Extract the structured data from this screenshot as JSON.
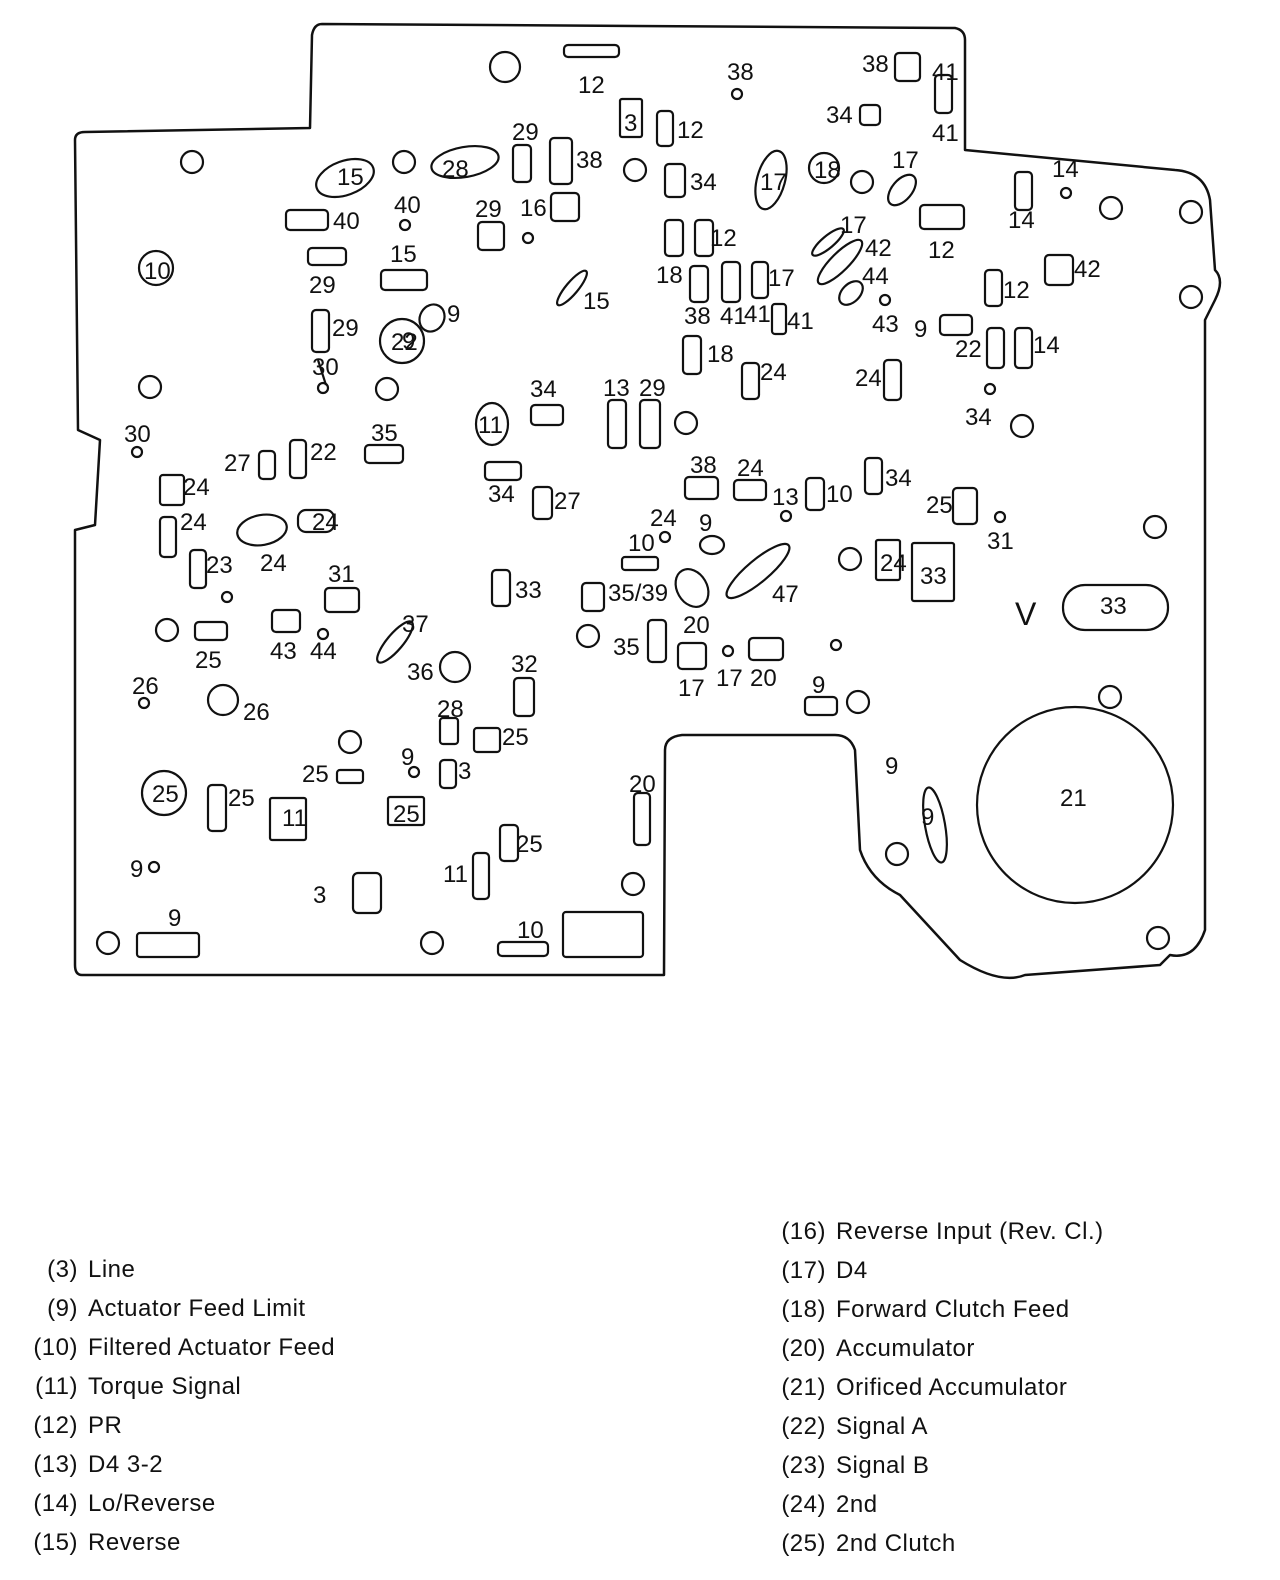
{
  "diagram": {
    "marker_v": "V",
    "labels": [
      "12",
      "38",
      "41",
      "38",
      "34",
      "41",
      "3",
      "12",
      "29",
      "38",
      "28",
      "15",
      "17",
      "18",
      "17",
      "14",
      "14",
      "34",
      "16",
      "29",
      "40",
      "40",
      "10",
      "12",
      "12",
      "42",
      "17",
      "42",
      "44",
      "43",
      "12",
      "29",
      "15",
      "15",
      "18",
      "41",
      "17",
      "38",
      "41",
      "41",
      "9",
      "22",
      "14",
      "29",
      "9",
      "9",
      "18",
      "24",
      "24",
      "22",
      "34",
      "34",
      "13",
      "29",
      "11",
      "30",
      "30",
      "27",
      "22",
      "35",
      "34",
      "27",
      "24",
      "38",
      "24",
      "13",
      "10",
      "34",
      "25",
      "24",
      "24",
      "24",
      "23",
      "24",
      "31",
      "9",
      "10",
      "24",
      "33",
      "31",
      "33",
      "35/39",
      "47",
      "33",
      "35",
      "20",
      "25",
      "43",
      "44",
      "37",
      "36",
      "32",
      "17",
      "17",
      "20",
      "9",
      "26",
      "26",
      "28",
      "25",
      "25",
      "25",
      "9",
      "3",
      "11",
      "25",
      "9",
      "25",
      "11",
      "3",
      "20",
      "21",
      "9",
      "25",
      "9",
      "9",
      "10"
    ]
  },
  "legend": {
    "left": [
      {
        "num": "(3)",
        "name": "Line"
      },
      {
        "num": "(9)",
        "name": "Actuator Feed Limit"
      },
      {
        "num": "(10)",
        "name": "Filtered Actuator Feed"
      },
      {
        "num": "(11)",
        "name": "Torque Signal"
      },
      {
        "num": "(12)",
        "name": "PR"
      },
      {
        "num": "(13)",
        "name": "D4 3-2"
      },
      {
        "num": "(14)",
        "name": "Lo/Reverse"
      },
      {
        "num": "(15)",
        "name": "Reverse"
      }
    ],
    "right": [
      {
        "num": "(16)",
        "name": "Reverse Input (Rev. Cl.)"
      },
      {
        "num": "(17)",
        "name": "D4"
      },
      {
        "num": "(18)",
        "name": "Forward Clutch Feed"
      },
      {
        "num": "(20)",
        "name": "Accumulator"
      },
      {
        "num": "(21)",
        "name": "Orificed Accumulator"
      },
      {
        "num": "(22)",
        "name": "Signal A"
      },
      {
        "num": "(23)",
        "name": "Signal B"
      },
      {
        "num": "(24)",
        "name": "2nd"
      },
      {
        "num": "(25)",
        "name": "2nd Clutch"
      }
    ]
  }
}
